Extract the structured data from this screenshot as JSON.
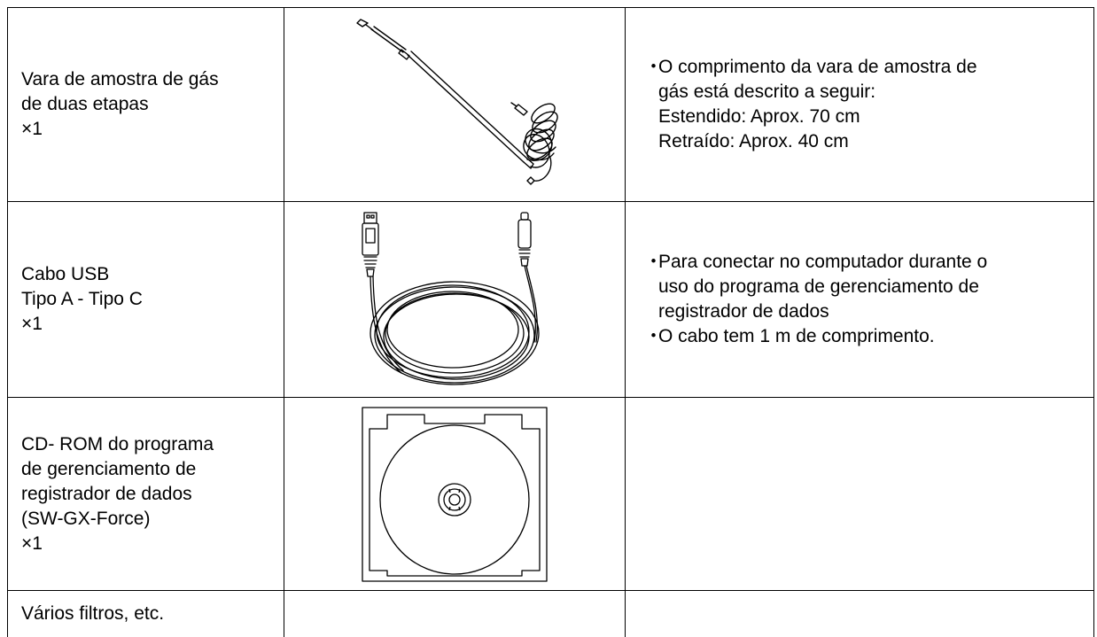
{
  "rows": [
    {
      "name_lines": [
        "Vara de amostra de gás",
        "de duas etapas",
        "×1"
      ],
      "illustration": "gas-sampling-rod-illustration",
      "notes": [
        {
          "bullet": "・",
          "lines": [
            "O comprimento da vara de amostra de",
            "gás está descrito a seguir:",
            "Estendido: Aprox. 70 cm",
            "Retraído: Aprox. 40 cm"
          ]
        }
      ]
    },
    {
      "name_lines": [
        "Cabo USB",
        "Tipo A - Tipo C",
        "×1"
      ],
      "illustration": "usb-cable-illustration",
      "notes": [
        {
          "bullet": "・",
          "lines": [
            "Para conectar no computador durante o",
            "uso do programa de gerenciamento de",
            "registrador de dados"
          ]
        },
        {
          "bullet": "・",
          "lines": [
            "O cabo tem 1 m de comprimento."
          ]
        }
      ]
    },
    {
      "name_lines": [
        "CD- ROM do programa",
        "de gerenciamento de",
        "registrador de dados",
        "(SW-GX-Force)",
        "×1"
      ],
      "illustration": "cd-rom-case-illustration",
      "notes": []
    },
    {
      "name_lines": [
        "Vários filtros, etc."
      ],
      "illustration": "",
      "notes": []
    }
  ]
}
